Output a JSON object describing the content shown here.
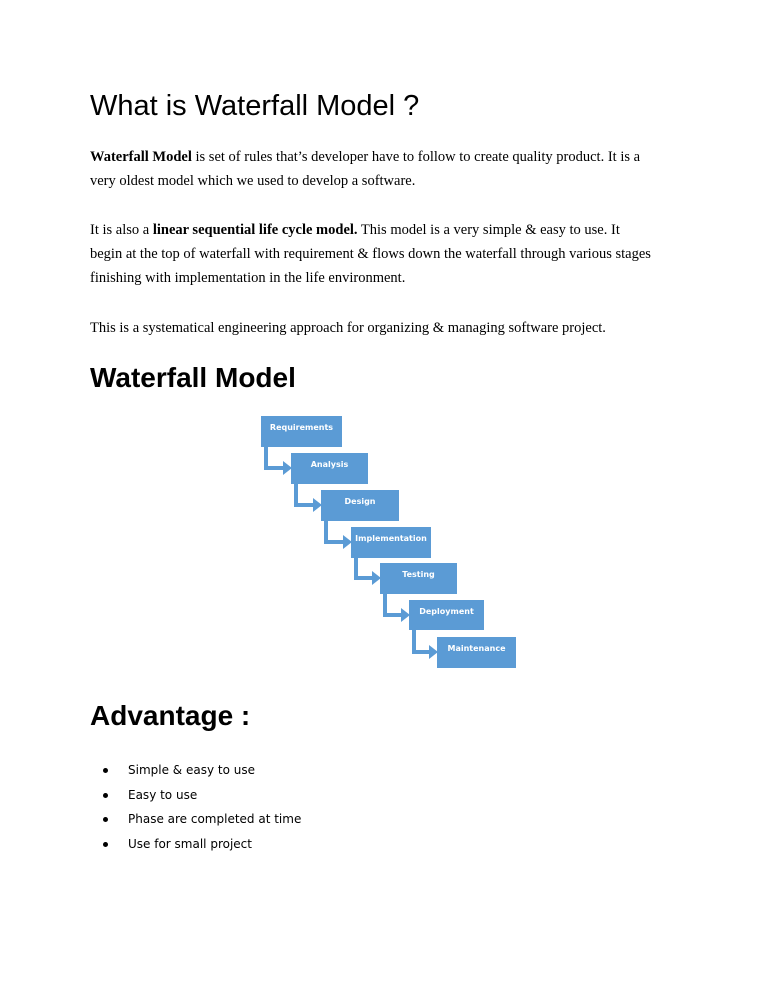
{
  "title": "What is Waterfall Model ?",
  "intro": {
    "bold_lead": "Waterfall Model",
    "line1_rest": " is set of rules that’s developer have to follow to create quality product. It is a",
    "line2": "very oldest model which we used to develop a software."
  },
  "linear": {
    "lead": "It is also a ",
    "bold": "linear sequential life cycle model.",
    "rest1": " This model is a very simple & easy to use.  It",
    "line2": "begin at the top of waterfall with requirement & flows down the waterfall through various stages",
    "line3": "finishing with implementation in the life environment."
  },
  "systematic": "This is a systematical engineering approach for organizing & managing software project.",
  "diagram_heading": "Waterfall Model",
  "diagram": {
    "box_color": "#5b9bd5",
    "stages": [
      {
        "label": "Requirements"
      },
      {
        "label": "Analysis"
      },
      {
        "label": "Design"
      },
      {
        "label": "Implementation"
      },
      {
        "label": "Testing"
      },
      {
        "label": "Deployment"
      },
      {
        "label": "Maintenance"
      }
    ]
  },
  "advantage": {
    "heading": "Advantage :",
    "items": [
      "Simple & easy to use",
      "Easy to use",
      "Phase are completed at time",
      "Use for small project"
    ]
  }
}
